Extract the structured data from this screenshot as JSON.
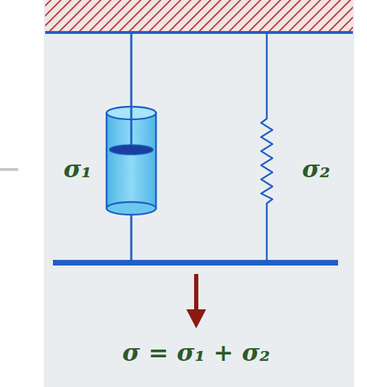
{
  "diagram": {
    "labels": [
      "σ₁",
      "σ₂",
      "σ = σ₁ + σ₂"
    ]
  }
}
